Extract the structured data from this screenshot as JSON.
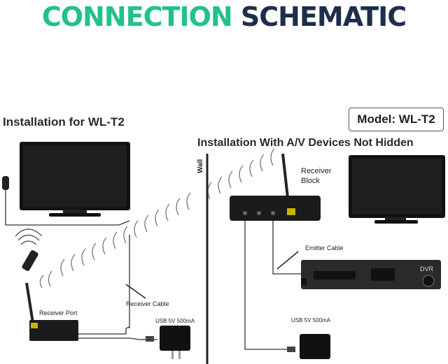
{
  "title": {
    "word1": "CONNECTION",
    "word2": "SCHEMATIC"
  },
  "left_heading": "Installation for WL-T2",
  "right_heading": "Installation With A/V Devices Not Hidden",
  "model_box": "Model: WL-T2",
  "labels": {
    "wall": "Wall",
    "receiver_block": "Receiver Block",
    "emitter_cable": "Emitter Cable",
    "receiver_port": "Receiver Port",
    "receiver_cable": "Receiver Cable",
    "usb_left": "USB 5V 500mA",
    "usb_right": "USB 5V 500mA",
    "dvr": "DVR"
  },
  "colors": {
    "accent_green": "#22c08e",
    "navy": "#1d2e4a"
  }
}
